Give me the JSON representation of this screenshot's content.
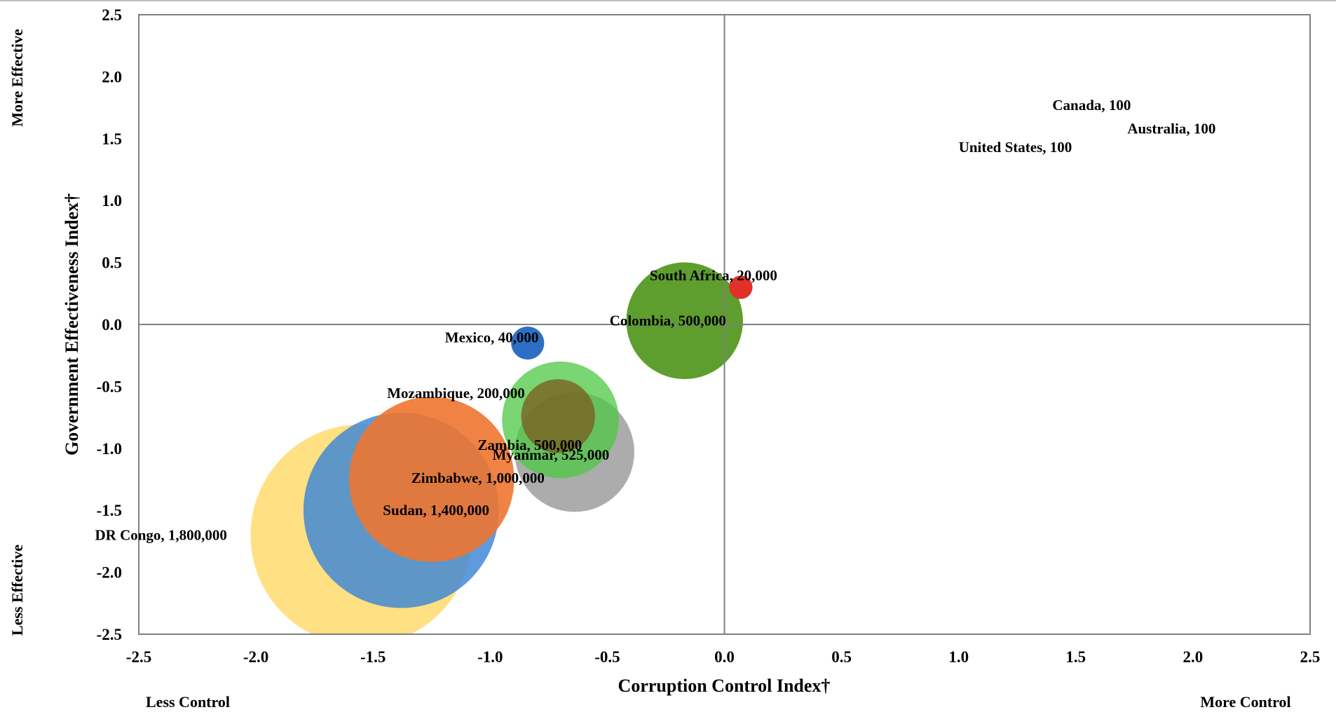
{
  "chart_data": {
    "type": "bubble",
    "xlabel": "Corruption Control Index†",
    "ylabel": "Government Effectiveness Index†",
    "xlim": [
      -2.5,
      2.5
    ],
    "ylim": [
      -2.5,
      2.5
    ],
    "xticks": [
      "-2.5",
      "-2.0",
      "-1.5",
      "-1.0",
      "-0.5",
      "0.0",
      "0.5",
      "1.0",
      "1.5",
      "2.0",
      "2.5"
    ],
    "yticks": [
      "2.5",
      "2.0",
      "1.5",
      "1.0",
      "0.5",
      "0.0",
      "-0.5",
      "-1.0",
      "-1.5",
      "-2.0",
      "-2.5"
    ],
    "corner_labels": {
      "y_top": "More Effective",
      "y_bottom": "Less Effective",
      "x_left": "Less Control",
      "x_right": "More Control"
    },
    "grid": false,
    "series": [
      {
        "label": "DR Congo,  1,800,000",
        "x": -1.55,
        "y": -1.7,
        "size": 1800000,
        "color": "#FFD34E",
        "opacity": 0.7
      },
      {
        "label": "Sudan,  1,400,000",
        "x": -1.38,
        "y": -1.5,
        "size": 1400000,
        "color": "#3A85D6",
        "opacity": 0.82
      },
      {
        "label": "Zimbabwe,  1,000,000",
        "x": -1.25,
        "y": -1.25,
        "size": 1000000,
        "color": "#EE7630",
        "opacity": 0.9
      },
      {
        "label": "Myanmar,  525,000",
        "x": -0.64,
        "y": -1.03,
        "size": 525000,
        "color": "#9E9E9E",
        "opacity": 0.85
      },
      {
        "label": "Zambia,  500,000",
        "x": -0.7,
        "y": -0.77,
        "size": 500000,
        "color": "#4CC843",
        "opacity": 0.75
      },
      {
        "label": "Mozambique,  200,000",
        "x": -0.71,
        "y": -0.74,
        "size": 200000,
        "color": "#7A5A1E",
        "opacity": 0.75
      },
      {
        "label": "Colombia,  500,000",
        "x": -0.17,
        "y": 0.03,
        "size": 500000,
        "color": "#5E9E2E",
        "opacity": 1
      },
      {
        "label": "Mexico,  40,000",
        "x": -0.84,
        "y": -0.15,
        "size": 40000,
        "color": "#2E6FC5",
        "opacity": 1
      },
      {
        "label": "South Africa,  20,000",
        "x": 0.07,
        "y": 0.3,
        "size": 20000,
        "color": "#E0302A",
        "opacity": 1
      },
      {
        "label": "Canada,  100",
        "x": 1.4,
        "y": 1.72,
        "size": 100,
        "color": "#888888",
        "opacity": 1
      },
      {
        "label": "Australia,  100",
        "x": 1.72,
        "y": 1.53,
        "size": 100,
        "color": "#888888",
        "opacity": 1
      },
      {
        "label": "United States,  100",
        "x": 1.0,
        "y": 1.38,
        "size": 100,
        "color": "#888888",
        "opacity": 1
      }
    ]
  }
}
